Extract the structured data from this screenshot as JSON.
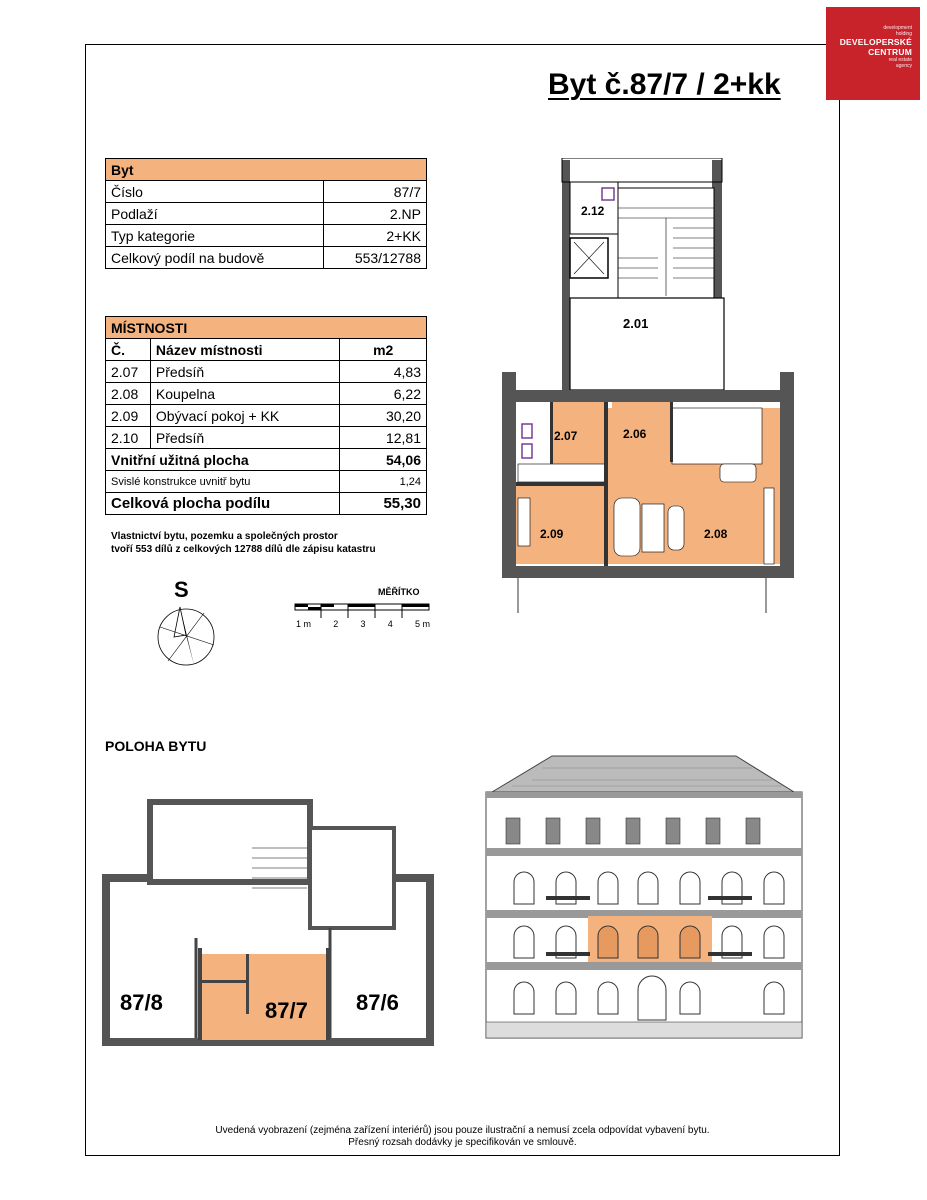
{
  "logo": {
    "line1": "development",
    "line2": "holding",
    "name1": "DEVELOPERSKÉ",
    "name2": "CENTRUM",
    "line3": "real estate",
    "line4": "agency"
  },
  "title": "Byt č.87/7 / 2+kk",
  "byt": {
    "header": "Byt",
    "rows": [
      {
        "label": "Číslo",
        "value": "87/7"
      },
      {
        "label": "Podlaží",
        "value": "2.NP"
      },
      {
        "label": "Typ kategorie",
        "value": "2+KK"
      },
      {
        "label": "Celkový podíl na budově",
        "value": "553/12788"
      }
    ]
  },
  "mistnosti": {
    "header": "MÍSTNOSTI",
    "col_c": "Č.",
    "col_name": "Název místnosti",
    "col_area": "m2",
    "rows": [
      {
        "c": "2.07",
        "name": "Předsíň",
        "area": "4,83"
      },
      {
        "c": "2.08",
        "name": "Koupelna",
        "area": "6,22"
      },
      {
        "c": "2.09",
        "name": "Obývací pokoj + KK",
        "area": "30,20"
      },
      {
        "c": "2.10",
        "name": "Předsíň",
        "area": "12,81"
      }
    ],
    "vnitrni_label": "Vnitřní užitná plocha",
    "vnitrni_value": "54,06",
    "svisle_label": "Svislé konstrukce uvnitř bytu",
    "svisle_value": "1,24",
    "celkova_label": "Celková plocha podílu",
    "celkova_value": "55,30"
  },
  "note_line1": "Vlastnictví bytu, pozemku a společných prostor",
  "note_line2": "tvoří 553 dílů z celkových 12788 dílů dle zápisu katastru",
  "compass_letter": "S",
  "scale": {
    "label": "MĚŘÍTKO",
    "ticks": [
      "1 m",
      "2",
      "3",
      "4",
      "5 m"
    ]
  },
  "plan_rooms": {
    "r212": "2.12",
    "r201": "2.01",
    "r207": "2.07",
    "r206": "2.06",
    "r209": "2.09",
    "r208": "2.08"
  },
  "poloha": {
    "title": "POLOHA BYTU",
    "u1": "87/8",
    "u2": "87/7",
    "u3": "87/6"
  },
  "footer_line1": "Uvedená vyobrazení (zejména zařízení interiérů) jsou pouze ilustrační a nemusí zcela odpovídat vybavení bytu.",
  "footer_line2": "Přesný rozsah dodávky je specifikován ve smlouvě.",
  "colors": {
    "accent": "#f4b27f",
    "logo": "#c8222a"
  }
}
